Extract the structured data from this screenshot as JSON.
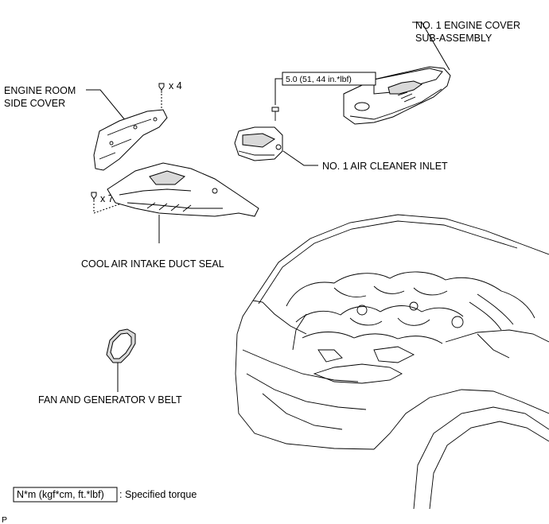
{
  "labels": {
    "engine_cover_line1": "NO. 1 ENGINE COVER",
    "engine_cover_line2": "SUB-ASSEMBLY",
    "engine_room_side_cover_line1": "ENGINE ROOM",
    "engine_room_side_cover_line2": "SIDE COVER",
    "air_cleaner_inlet": "NO. 1 AIR CLEANER INLET",
    "cool_air_intake_duct_seal": "COOL AIR INTAKE DUCT SEAL",
    "fan_generator_belt": "FAN AND GENERATOR V BELT"
  },
  "fasteners": {
    "side_cover_qty": "x 4",
    "duct_seal_qty": "x 7"
  },
  "torque": {
    "air_cleaner_inlet_value": "5.0 (51, 44 in.*lbf)"
  },
  "legend": {
    "unit_box": "N*m (kgf*cm, ft.*lbf)",
    "description": ": Specified torque"
  },
  "footer": {
    "code": "P"
  }
}
